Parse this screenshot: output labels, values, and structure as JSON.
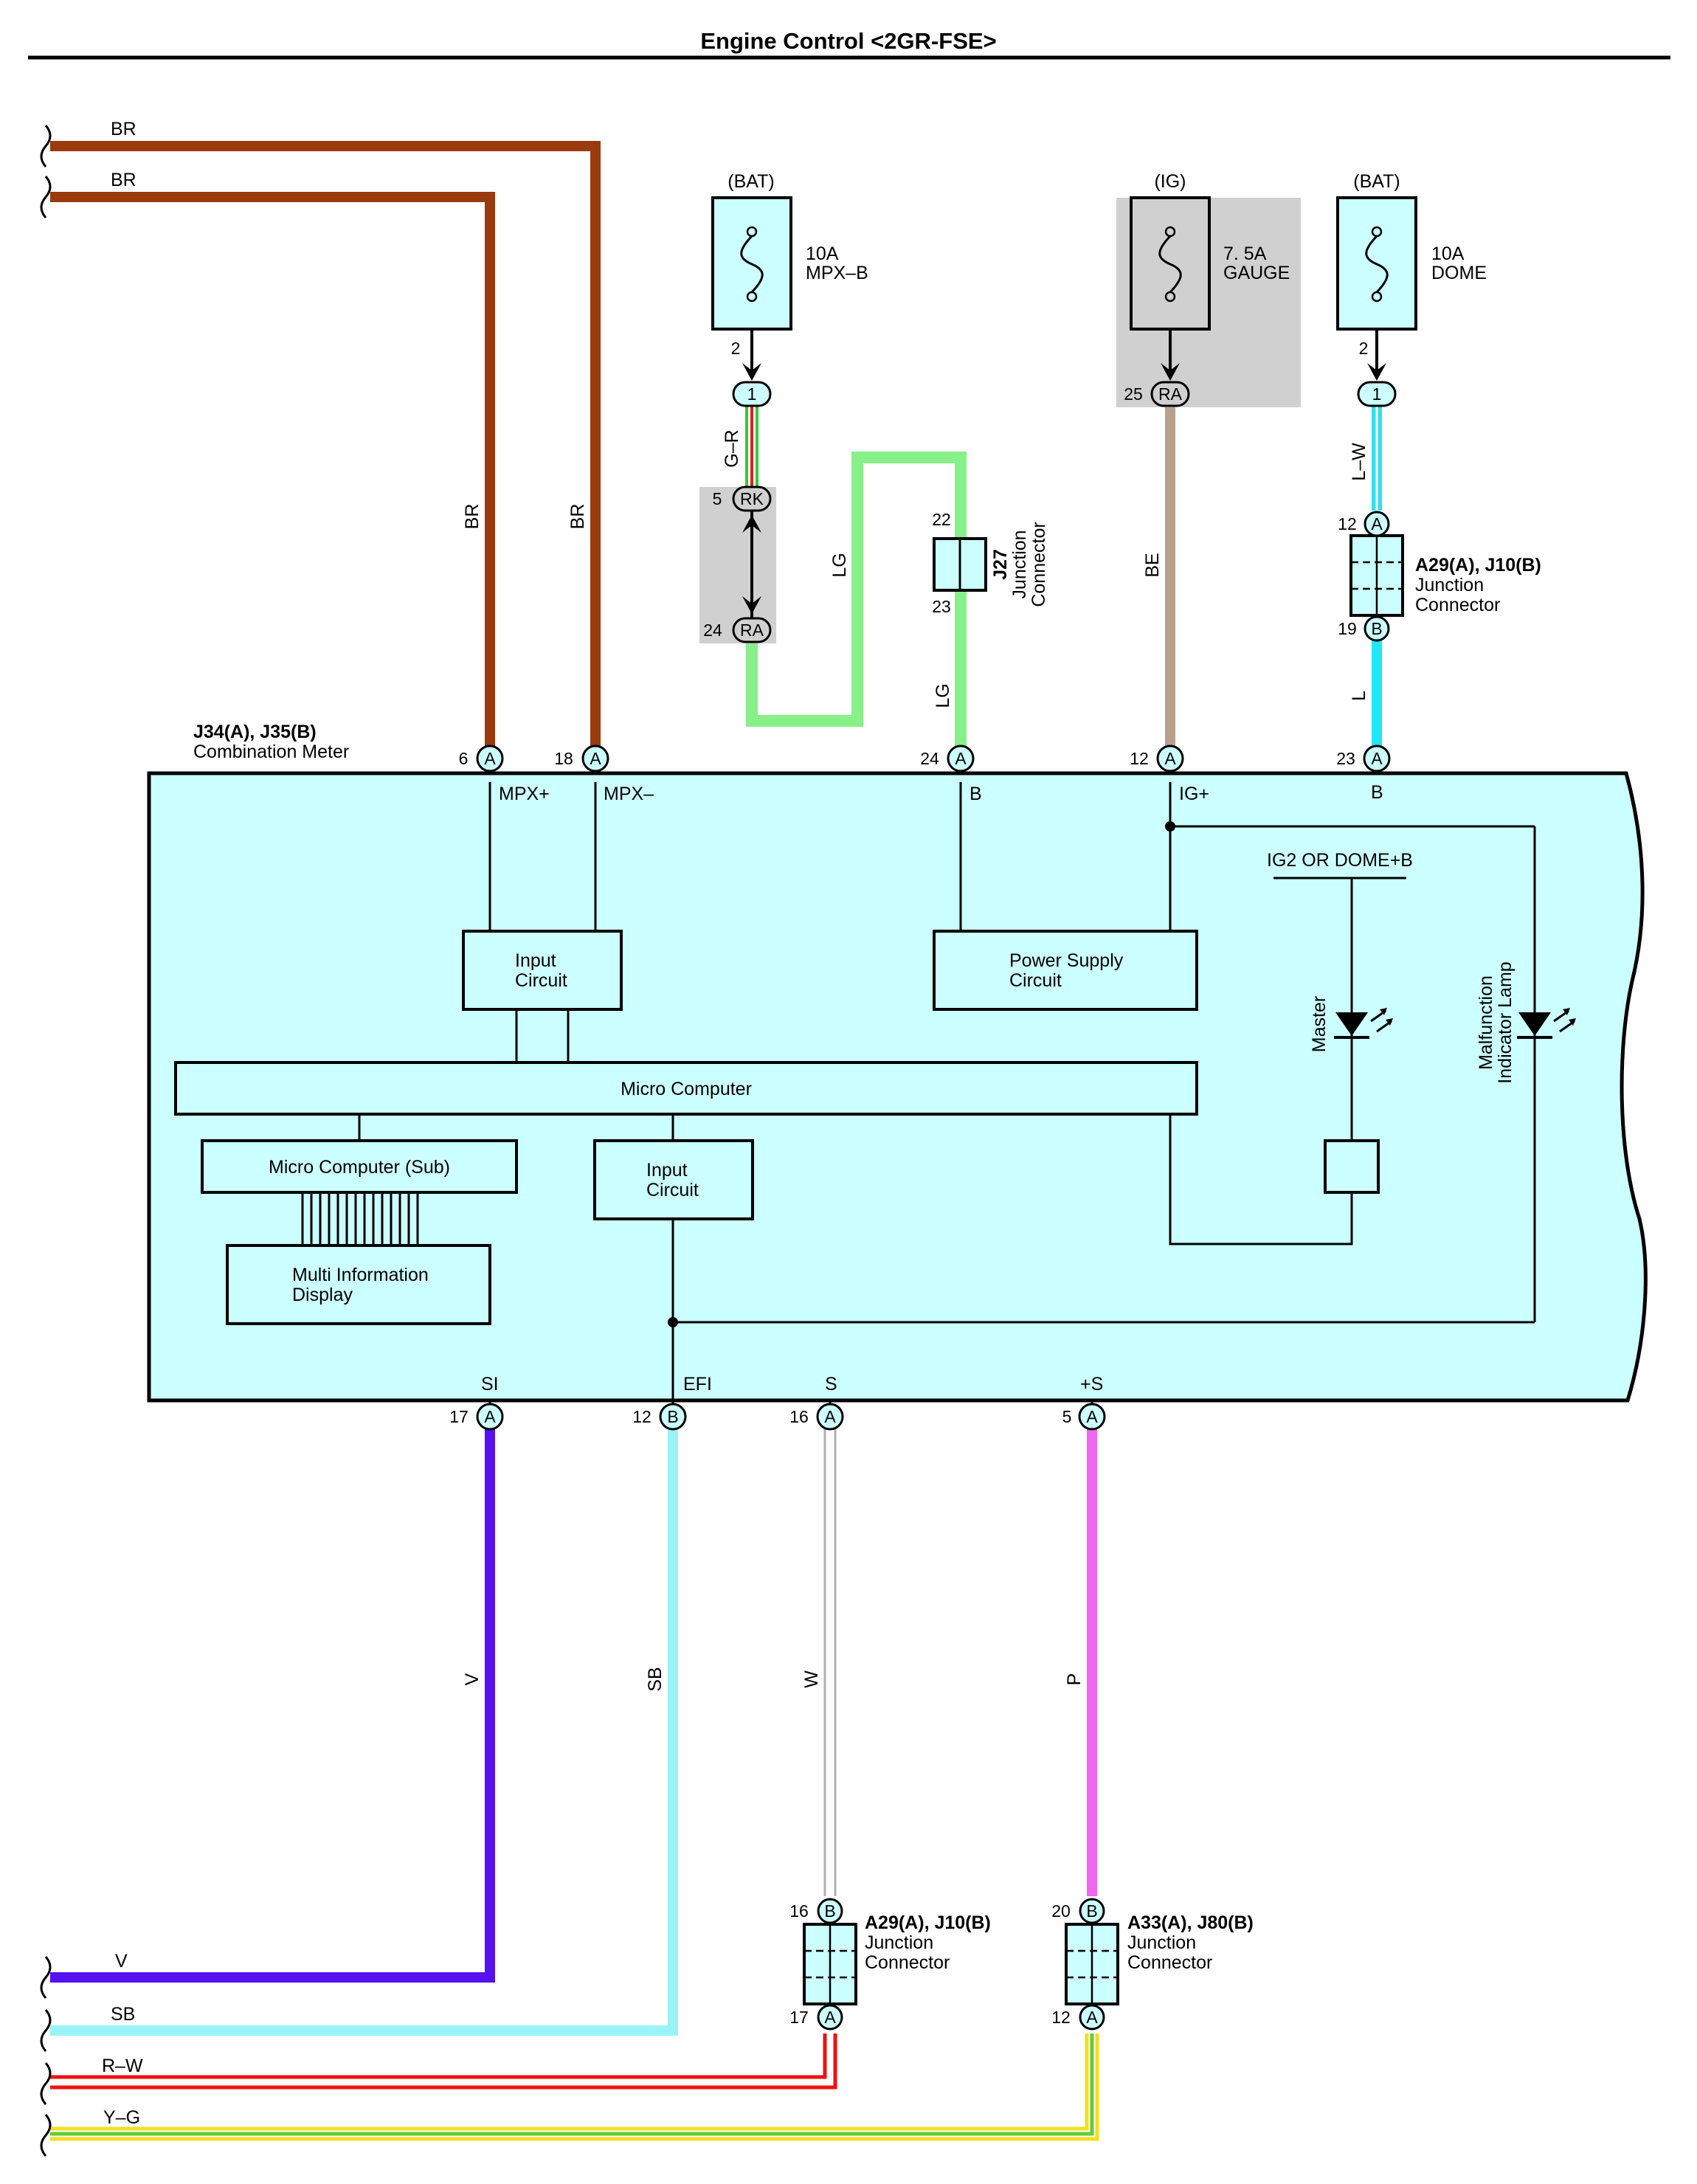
{
  "title": "Engine Control <2GR-FSE>",
  "colors": {
    "BR": "#9a3a0d",
    "GR_green": "#33cc33",
    "GR_red": "#dd2222",
    "LG": "#88f088",
    "BE": "#b8a08c",
    "LW": "#33e0f0",
    "L": "#22e5f5",
    "V": "#5511ee",
    "SB": "#99f4f8",
    "W_line": "#b0b0b0",
    "P": "#f066f0",
    "RW_red": "#ee1111",
    "YG_yellow": "#f0e020",
    "YG_green": "#66cc33",
    "meter_fill": "#ccffff",
    "connector_fill": "#ccffff",
    "grey_box": "#d0d0d0"
  },
  "left_wires_top": [
    {
      "label": "BR"
    },
    {
      "label": "BR"
    }
  ],
  "left_wires_bottom": [
    {
      "label": "V"
    },
    {
      "label": "SB"
    },
    {
      "label": "R–W"
    },
    {
      "label": "Y–G"
    }
  ],
  "fuses": [
    {
      "source": "(BAT)",
      "amp": "10A",
      "name": "MPX–B",
      "pin": "2",
      "jc": "1"
    },
    {
      "source": "(IG)",
      "amp": "7. 5A",
      "name": "GAUGE",
      "pin": "25",
      "jc": "RA"
    },
    {
      "source": "(BAT)",
      "amp": "10A",
      "name": "DOME",
      "pin": "2",
      "jc": "1"
    }
  ],
  "wire_labels": {
    "br1": "BR",
    "br2": "BR",
    "gr": "G–R",
    "lg1": "LG",
    "lg2": "LG",
    "be": "BE",
    "lw": "L–W",
    "l": "L",
    "v": "V",
    "sb": "SB",
    "w": "W",
    "p": "P"
  },
  "inline_connector": {
    "top_pin": "5",
    "top": "RK",
    "bottom_pin": "24",
    "bottom": "RA"
  },
  "j27": {
    "id": "J27",
    "line1": "Junction",
    "line2": "Connector",
    "pin_top": "22",
    "pin_bottom": "23"
  },
  "jc_top_right": {
    "id": "A29(A), J10(B)",
    "line1": "Junction",
    "line2": "Connector",
    "pin_top": "12",
    "top": "A",
    "pin_bottom": "19",
    "bottom": "B"
  },
  "jc_bottom_1": {
    "id": "A29(A), J10(B)",
    "line1": "Junction",
    "line2": "Connector",
    "pin_top": "16",
    "top": "B",
    "pin_bottom": "17",
    "bottom": "A"
  },
  "jc_bottom_2": {
    "id": "A33(A), J80(B)",
    "line1": "Junction",
    "line2": "Connector",
    "pin_top": "20",
    "top": "B",
    "pin_bottom": "12",
    "bottom": "A"
  },
  "meter": {
    "id": "J34(A), J35(B)",
    "name": "Combination Meter",
    "top_pins": [
      {
        "num": "6",
        "conn": "A",
        "signal": "MPX+"
      },
      {
        "num": "18",
        "conn": "A",
        "signal": "MPX–"
      },
      {
        "num": "24",
        "conn": "A",
        "signal": "B"
      },
      {
        "num": "12",
        "conn": "A",
        "signal": "IG+"
      },
      {
        "num": "23",
        "conn": "A",
        "signal": "B"
      }
    ],
    "bottom_pins": [
      {
        "num": "17",
        "conn": "A",
        "signal": "SI"
      },
      {
        "num": "12",
        "conn": "B",
        "signal": "EFI"
      },
      {
        "num": "16",
        "conn": "A",
        "signal": "S"
      },
      {
        "num": "5",
        "conn": "A",
        "signal": "+S"
      }
    ],
    "blocks": {
      "input1_l1": "Input",
      "input1_l2": "Circuit",
      "power_l1": "Power Supply",
      "power_l2": "Circuit",
      "micro": "Micro Computer",
      "micro_sub": "Micro Computer (Sub)",
      "mid_l1": "Multi Information",
      "mid_l2": "Display",
      "input2_l1": "Input",
      "input2_l2": "Circuit",
      "ig2": "IG2 OR DOME+B",
      "master": "Master",
      "mil_l1": "Malfunction",
      "mil_l2": "Indicator Lamp"
    }
  }
}
